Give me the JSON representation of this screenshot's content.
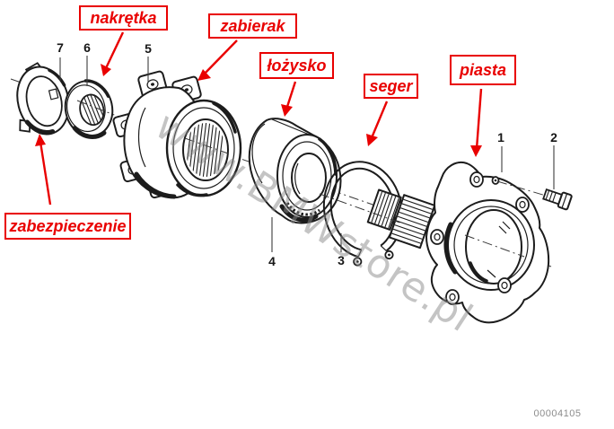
{
  "colors": {
    "background": "#ffffff",
    "red": "#e90000",
    "line": "#1c1c1c",
    "watermark": "#8a8a8a",
    "muted": "#8c8c8c"
  },
  "labels": {
    "nakretka": "nakrętka",
    "zabierak": "zabierak",
    "lozysko": "łożysko",
    "seger": "seger",
    "piasta": "piasta",
    "zabezpieczenie": "zabezpieczenie"
  },
  "part_numbers": {
    "p1": "1",
    "p2": "2",
    "p3": "3",
    "p4": "4",
    "p5": "5",
    "p6": "6",
    "p7": "7"
  },
  "watermark": "www.BMWstore.pl",
  "doc_number": "00004105"
}
